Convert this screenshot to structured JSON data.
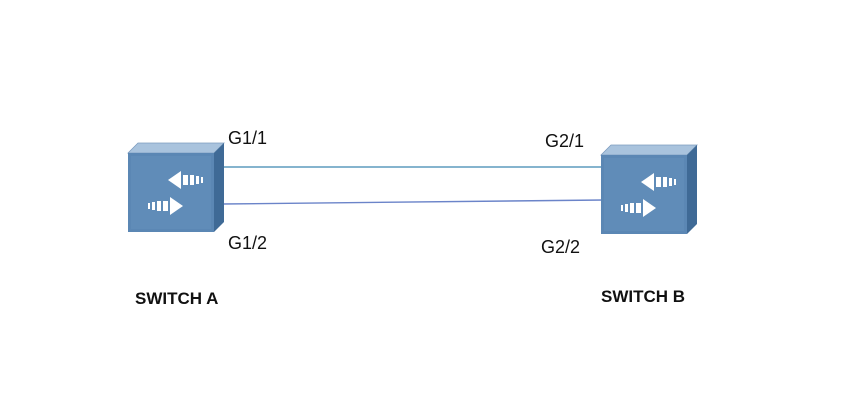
{
  "diagram": {
    "devices": [
      {
        "id": "switch-a",
        "label": "SWITCH A",
        "icon": "network-switch-icon"
      },
      {
        "id": "switch-b",
        "label": "SWITCH B",
        "icon": "network-switch-icon"
      }
    ],
    "links": [
      {
        "from": "switch-a",
        "from_port": "G1/1",
        "to": "switch-b",
        "to_port": "G2/1"
      },
      {
        "from": "switch-a",
        "from_port": "G1/2",
        "to": "switch-b",
        "to_port": "G2/2"
      }
    ],
    "colors": {
      "switch_front": "#5b87b4",
      "switch_top": "#a9c3dd",
      "switch_side": "#3f6a96",
      "link_1": "#5d9bbd",
      "link_2": "#6b84c9",
      "arrow": "#ffffff"
    }
  }
}
